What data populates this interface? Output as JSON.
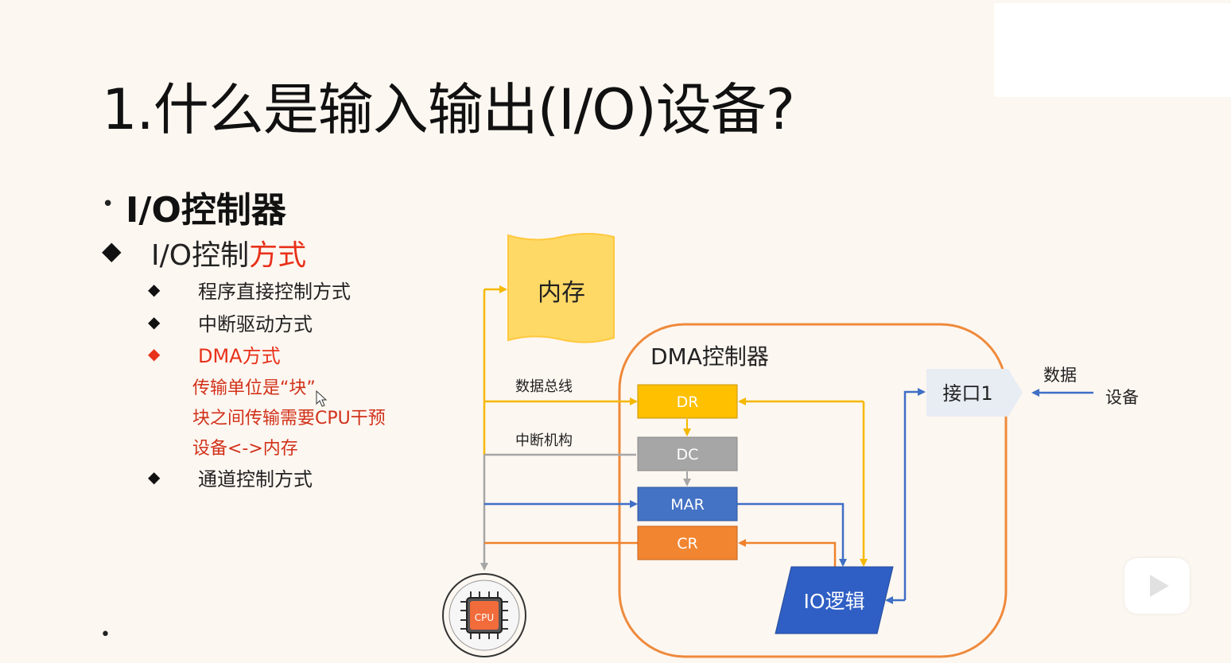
{
  "slide": {
    "title": "1.什么是输入输出(I/O)设备?",
    "heading": "I/O控制器",
    "subheading_black": "I/O控制",
    "subheading_red": "方式",
    "items": [
      "程序直接控制方式",
      "中断驱动方式",
      "DMA方式",
      "通道控制方式"
    ],
    "dma_notes": [
      "传输单位是“块”",
      "块之间传输需要CPU干预",
      "设备<->内存"
    ]
  },
  "diagram": {
    "memory": "内存",
    "dma_controller": "DMA控制器",
    "registers": [
      "DR",
      "DC",
      "MAR",
      "CR"
    ],
    "io_logic": "IO逻辑",
    "interface": "接口1",
    "data_label": "数据",
    "device_label": "设备",
    "data_bus": "数据总线",
    "interrupt": "中断机构",
    "cpu": "CPU"
  },
  "colors": {
    "memory": "#ffd966",
    "dr": "#ffc000",
    "dc": "#a6a6a6",
    "mar": "#4472c4",
    "cr": "#f28530",
    "io_logic": "#2f5fc4",
    "dma_border": "#ee8a3c",
    "red_text": "#e8311a"
  }
}
